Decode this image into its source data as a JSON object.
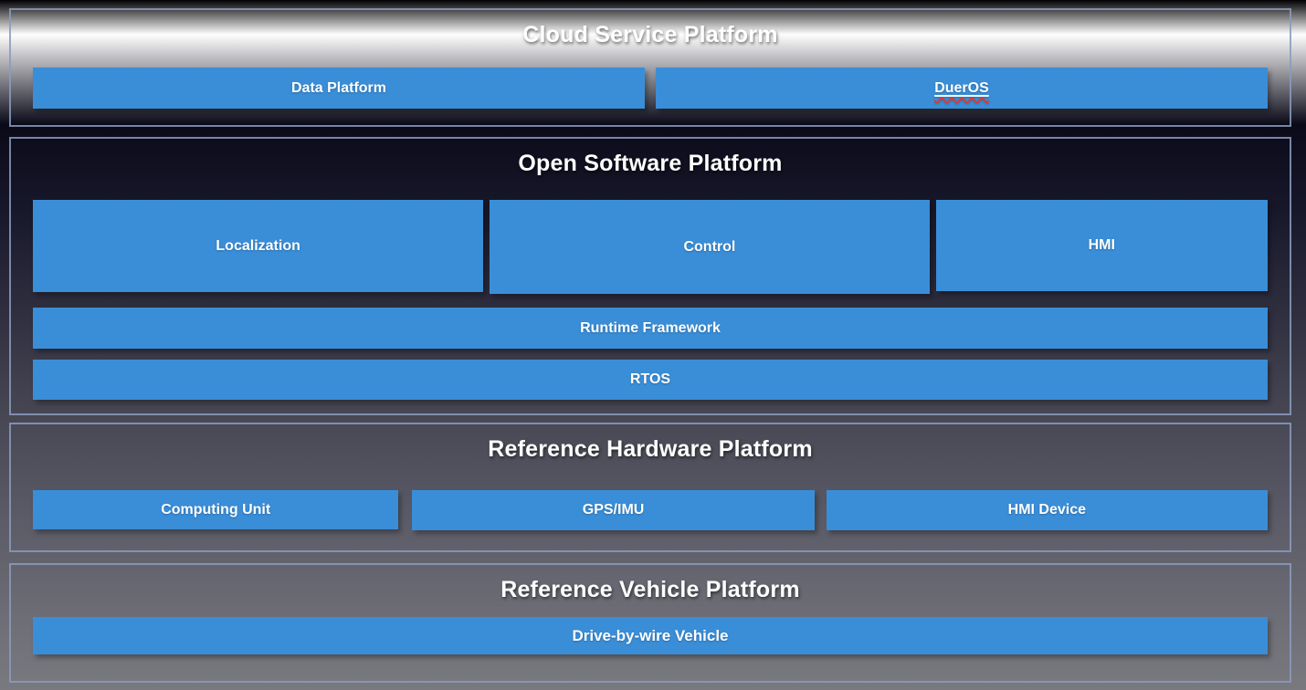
{
  "colors": {
    "box_blue": "#3a8ed8",
    "panel_border": "#8b9bbd",
    "title_text": "#ffffff",
    "misspell_underline": "#dd3a34",
    "background_top": "#010104",
    "background_bottom": "#79797f"
  },
  "sections": [
    {
      "title": "Cloud Service Platform",
      "boxes": [
        {
          "label": "Data Platform"
        },
        {
          "label": "DuerOS",
          "styled_as_link": true,
          "spellcheck_flagged": true
        }
      ]
    },
    {
      "title": "Open Software Platform",
      "boxes": [
        {
          "label": "Localization"
        },
        {
          "label": "Control"
        },
        {
          "label": "HMI"
        },
        {
          "label": "Runtime Framework"
        },
        {
          "label": "RTOS"
        }
      ]
    },
    {
      "title": "Reference Hardware Platform",
      "boxes": [
        {
          "label": "Computing Unit"
        },
        {
          "label": "GPS/IMU"
        },
        {
          "label": "HMI Device"
        }
      ]
    },
    {
      "title": "Reference Vehicle Platform",
      "boxes": [
        {
          "label": "Drive-by-wire Vehicle"
        }
      ]
    }
  ]
}
